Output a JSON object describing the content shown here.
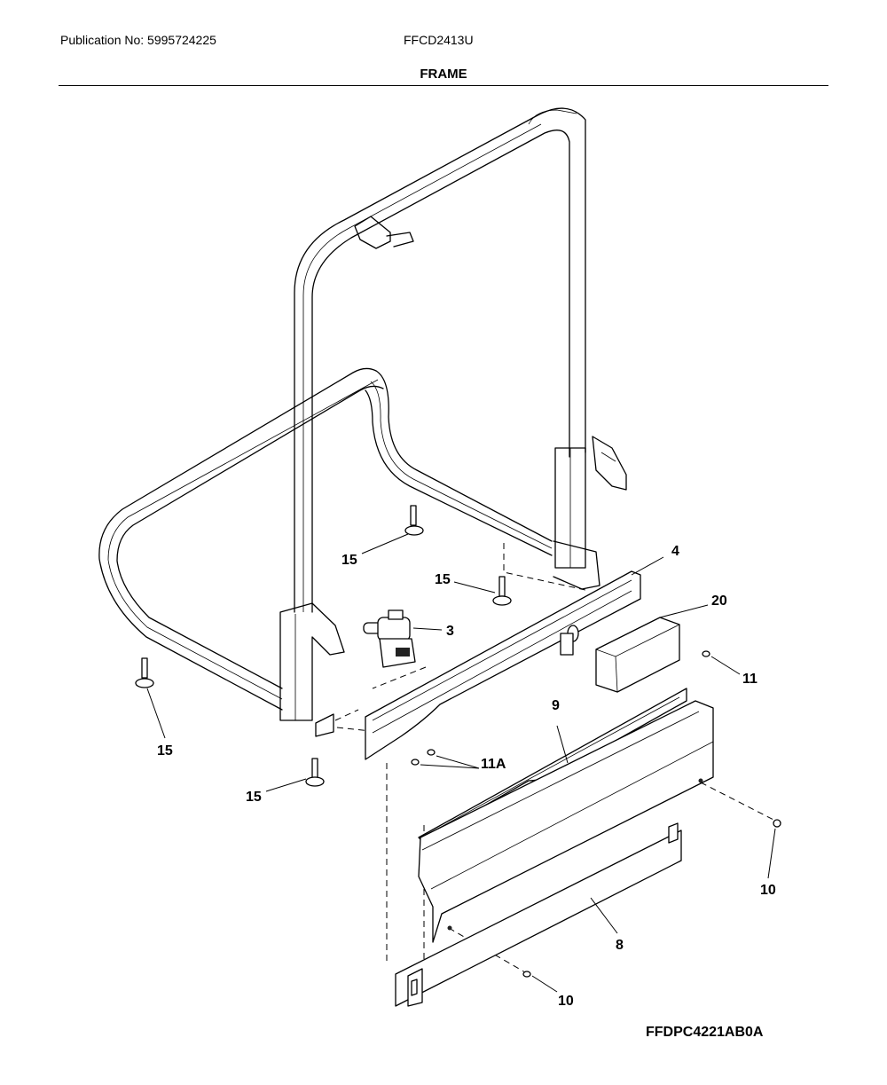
{
  "header": {
    "publication": "Publication No: 5995724225",
    "model": "FFCD2413U",
    "title": "FRAME"
  },
  "figure_code": "FFDPC4221AB0A",
  "callouts": [
    "15",
    "15",
    "15",
    "15",
    "3",
    "4",
    "20",
    "11",
    "11A",
    "9",
    "8",
    "10",
    "10"
  ]
}
